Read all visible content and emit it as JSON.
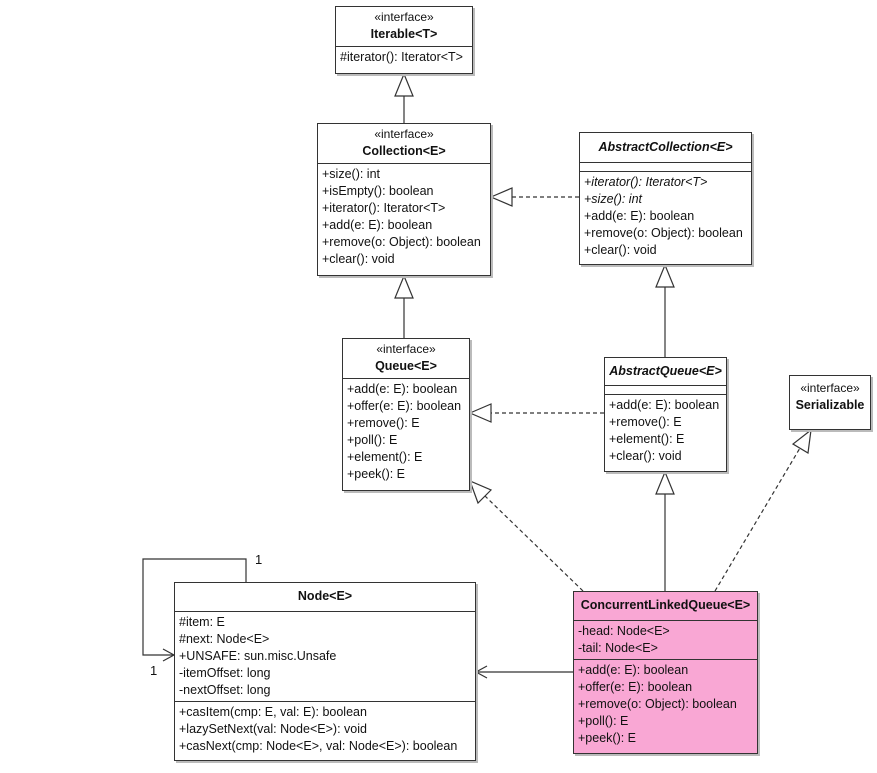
{
  "classes": {
    "iterable": {
      "stereotype": "«interface»",
      "name": "Iterable<T>",
      "methods": [
        "#iterator(): Iterator<T>"
      ]
    },
    "collection": {
      "stereotype": "«interface»",
      "name": "Collection<E>",
      "methods": [
        "+size(): int",
        "+isEmpty(): boolean",
        "+iterator(): Iterator<T>",
        "+add(e: E): boolean",
        "+remove(o: Object): boolean",
        "+clear(): void"
      ]
    },
    "abstract_collection": {
      "name": "AbstractCollection<E>",
      "methods": [
        "+iterator(): Iterator<T>",
        "+size(): int",
        "+add(e: E): boolean",
        "+remove(o: Object): boolean",
        "+clear(): void"
      ]
    },
    "queue": {
      "stereotype": "«interface»",
      "name": "Queue<E>",
      "methods": [
        "+add(e: E): boolean",
        "+offer(e: E): boolean",
        "+remove(): E",
        "+poll(): E",
        "+element(): E",
        "+peek(): E"
      ]
    },
    "abstract_queue": {
      "name": "AbstractQueue<E>",
      "methods": [
        "+add(e: E): boolean",
        "+remove(): E",
        "+element(): E",
        "+clear(): void"
      ]
    },
    "serializable": {
      "stereotype": "«interface»",
      "name": "Serializable"
    },
    "node": {
      "name": "Node<E>",
      "fields": [
        "#item: E",
        "#next: Node<E>",
        "+UNSAFE: sun.misc.Unsafe",
        "-itemOffset: long",
        "-nextOffset: long"
      ],
      "methods": [
        "+casItem(cmp: E, val: E): boolean",
        "+lazySetNext(val: Node<E>): void",
        "+casNext(cmp: Node<E>, val: Node<E>): boolean"
      ]
    },
    "clq": {
      "name": "ConcurrentLinkedQueue<E>",
      "fields": [
        "-head: Node<E>",
        "-tail: Node<E>"
      ],
      "methods": [
        "+add(e: E): boolean",
        "+offer(e: E): boolean",
        "+remove(o: Object): boolean",
        "+poll(): E",
        "+peek(): E"
      ]
    }
  },
  "multiplicities": {
    "self_top": "1",
    "self_bottom": "1"
  },
  "colors": {
    "highlight": "#f9a7d4"
  }
}
